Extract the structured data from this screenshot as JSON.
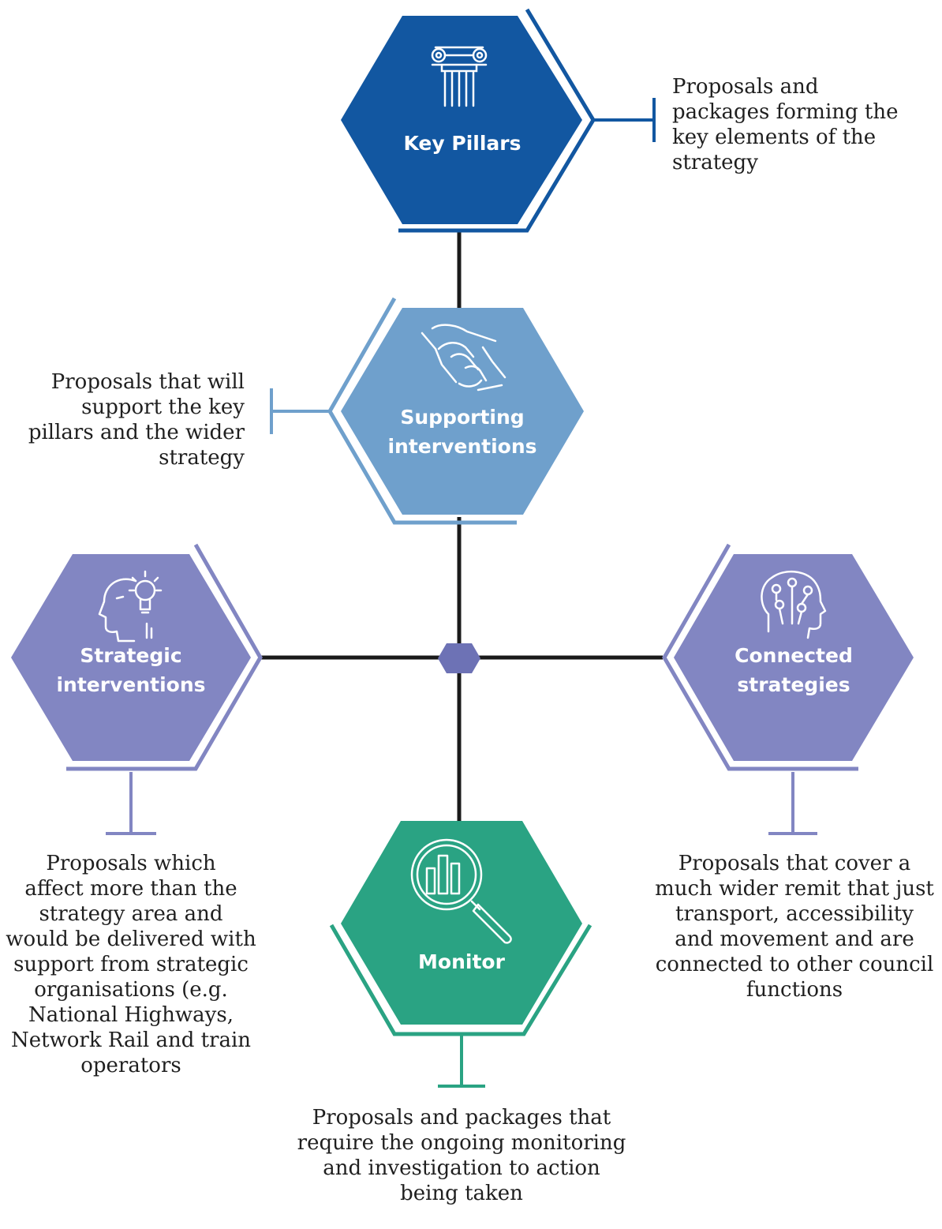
{
  "colors": {
    "key_pillars": "#1257a1",
    "supporting": "#6fa0cc",
    "strategic": "#8286c2",
    "connected": "#8286c2",
    "monitor": "#2aa383",
    "connector": "#1a1a1a",
    "hub": "#6d72b5"
  },
  "nodes": {
    "key_pillars": {
      "label_lines": [
        "Key Pillars"
      ],
      "icon": "pillar-icon",
      "description_lines": [
        "Proposals and",
        "packages forming the",
        "key elements of the",
        "strategy"
      ]
    },
    "supporting": {
      "label_lines": [
        "Supporting",
        "interventions"
      ],
      "icon": "handshake-icon",
      "description_lines": [
        "Proposals that will",
        "support the key",
        "pillars and the wider",
        "strategy"
      ]
    },
    "strategic": {
      "label_lines": [
        "Strategic",
        "interventions"
      ],
      "icon": "head-lightbulb-icon",
      "description_lines": [
        "Proposals which",
        "affect more than the",
        "strategy area and",
        "would be delivered with",
        "support from strategic",
        "organisations (e.g.",
        "National Highways,",
        "Network Rail and train",
        "operators"
      ]
    },
    "connected": {
      "label_lines": [
        "Connected",
        "strategies"
      ],
      "icon": "head-circuit-icon",
      "description_lines": [
        "Proposals that cover a",
        "much wider remit that just",
        "transport, accessibility",
        "and movement and are",
        "connected to other council",
        "functions"
      ]
    },
    "monitor": {
      "label_lines": [
        "Monitor"
      ],
      "icon": "magnifier-chart-icon",
      "description_lines": [
        "Proposals and packages that",
        "require the ongoing monitoring",
        "and investigation to action",
        "being taken"
      ]
    }
  }
}
